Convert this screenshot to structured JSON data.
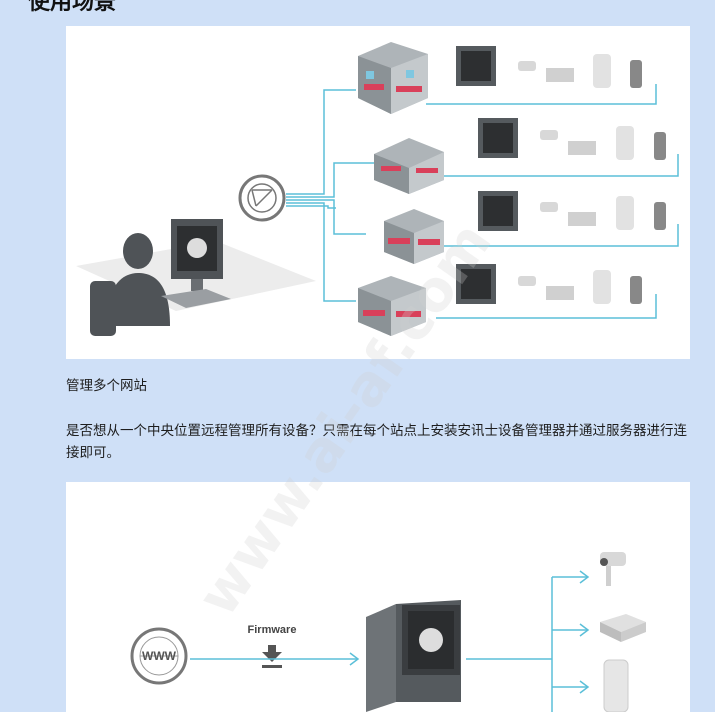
{
  "section": {
    "heading": "使用场景"
  },
  "scenario_1": {
    "caption": "管理多个网站",
    "description": "是否想从一个中央位置远程管理所有设备？只需在每个站点上安装安讯士设备管理器并通过服务器进行连接即可。"
  },
  "scenario_2": {
    "firmware_label": "Firmware",
    "www_label": "WWW"
  },
  "watermark": {
    "text": "www.ai-af.com"
  },
  "colors": {
    "page_background": "#cfe0f7",
    "connector": "#5bbfd8",
    "device_dark": "#555a5e",
    "building_red": "#d9405a"
  }
}
